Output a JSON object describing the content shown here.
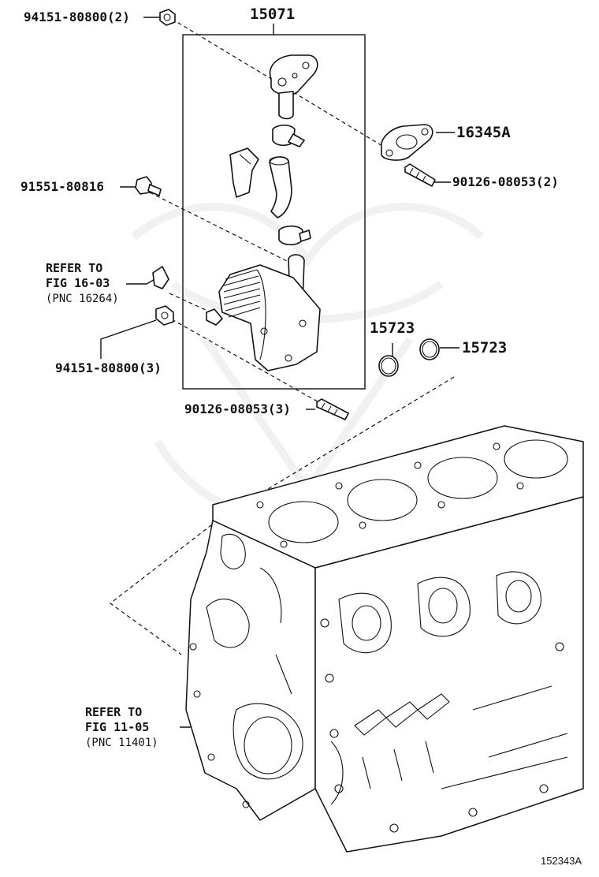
{
  "labels": {
    "p1": "94151-80800(2)",
    "p2": "15071",
    "p3": "16345A",
    "p4": "90126-08053(2)",
    "p5": "91551-80816",
    "p6": "15723",
    "p7": "15723",
    "p8": "94151-80800(3)",
    "p9": "90126-08053(3)"
  },
  "refs": {
    "r1_line1": "REFER TO",
    "r1_line2": "FIG 16-03",
    "r1_line3": "(PNC 16264)",
    "r2_line1": "REFER TO",
    "r2_line2": "FIG 11-05",
    "r2_line3": "(PNC 11401)"
  },
  "figure_id": "152343A"
}
